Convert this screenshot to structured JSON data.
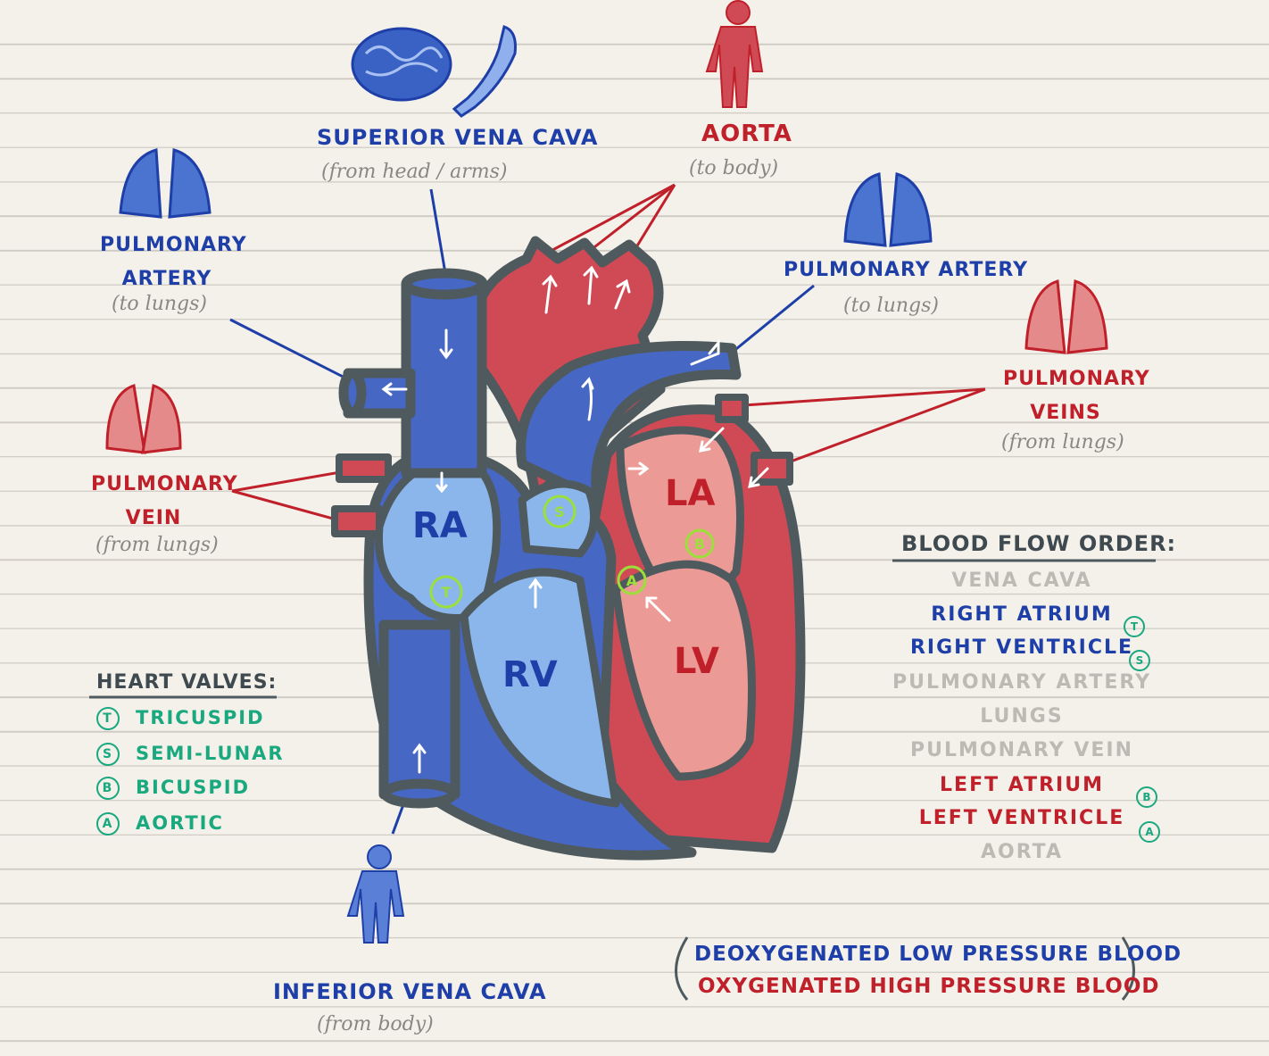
{
  "labels": {
    "svc": "Superior vena cava",
    "svc_sub": "(from head / arms)",
    "aorta": "Aorta",
    "aorta_sub": "(to body)",
    "pa_left": "Pulmonary artery",
    "pa_left_sub": "(to lungs)",
    "pa_right": "Pulmonary artery",
    "pa_right_sub": "(to lungs)",
    "pv_right": "Pulmonary veins",
    "pv_right_sub": "(from lungs)",
    "pv_left": "Pulmonary vein",
    "pv_left_sub": "(from lungs)",
    "ivc": "Inferior vena cava",
    "ivc_sub": "(from body)"
  },
  "chambers": {
    "ra": "RA",
    "rv": "RV",
    "la": "LA",
    "lv": "LV"
  },
  "valve_markers": {
    "t": "T",
    "s": "S",
    "b": "B",
    "a": "A"
  },
  "heart_valves": {
    "title": "Heart valves:",
    "items": [
      {
        "code": "T",
        "name": "Tricuspid"
      },
      {
        "code": "S",
        "name": "Semi-lunar"
      },
      {
        "code": "B",
        "name": "Bicuspid"
      },
      {
        "code": "A",
        "name": "Aortic"
      }
    ]
  },
  "blood_flow": {
    "title": "Blood flow order:",
    "steps": [
      {
        "text": "Vena cava",
        "color": "#bdbab4"
      },
      {
        "text": "Right atrium",
        "color": "#1f3fa8"
      },
      {
        "text": "Right ventricle",
        "color": "#1f3fa8"
      },
      {
        "text": "Pulmonary artery",
        "color": "#bdbab4"
      },
      {
        "text": "Lungs",
        "color": "#bdbab4"
      },
      {
        "text": "Pulmonary vein",
        "color": "#bdbab4"
      },
      {
        "text": "Left atrium",
        "color": "#c0202a"
      },
      {
        "text": "Left ventricle",
        "color": "#c0202a"
      },
      {
        "text": "Aorta",
        "color": "#bdbab4"
      }
    ],
    "markers": [
      "T",
      "S",
      "B",
      "A"
    ]
  },
  "legend": {
    "deoxygenated": "Deoxygenated low pressure blood",
    "oxygenated": "Oxygenated high pressure blood"
  },
  "colors": {
    "deoxygenated": "#4767c4",
    "deoxygenated_light": "#8ab6ec",
    "oxygenated": "#d04a55",
    "oxygenated_light": "#ec9a96",
    "outline": "#4f5a5e",
    "valve": "#9be03a",
    "teal": "#1aa87f"
  }
}
